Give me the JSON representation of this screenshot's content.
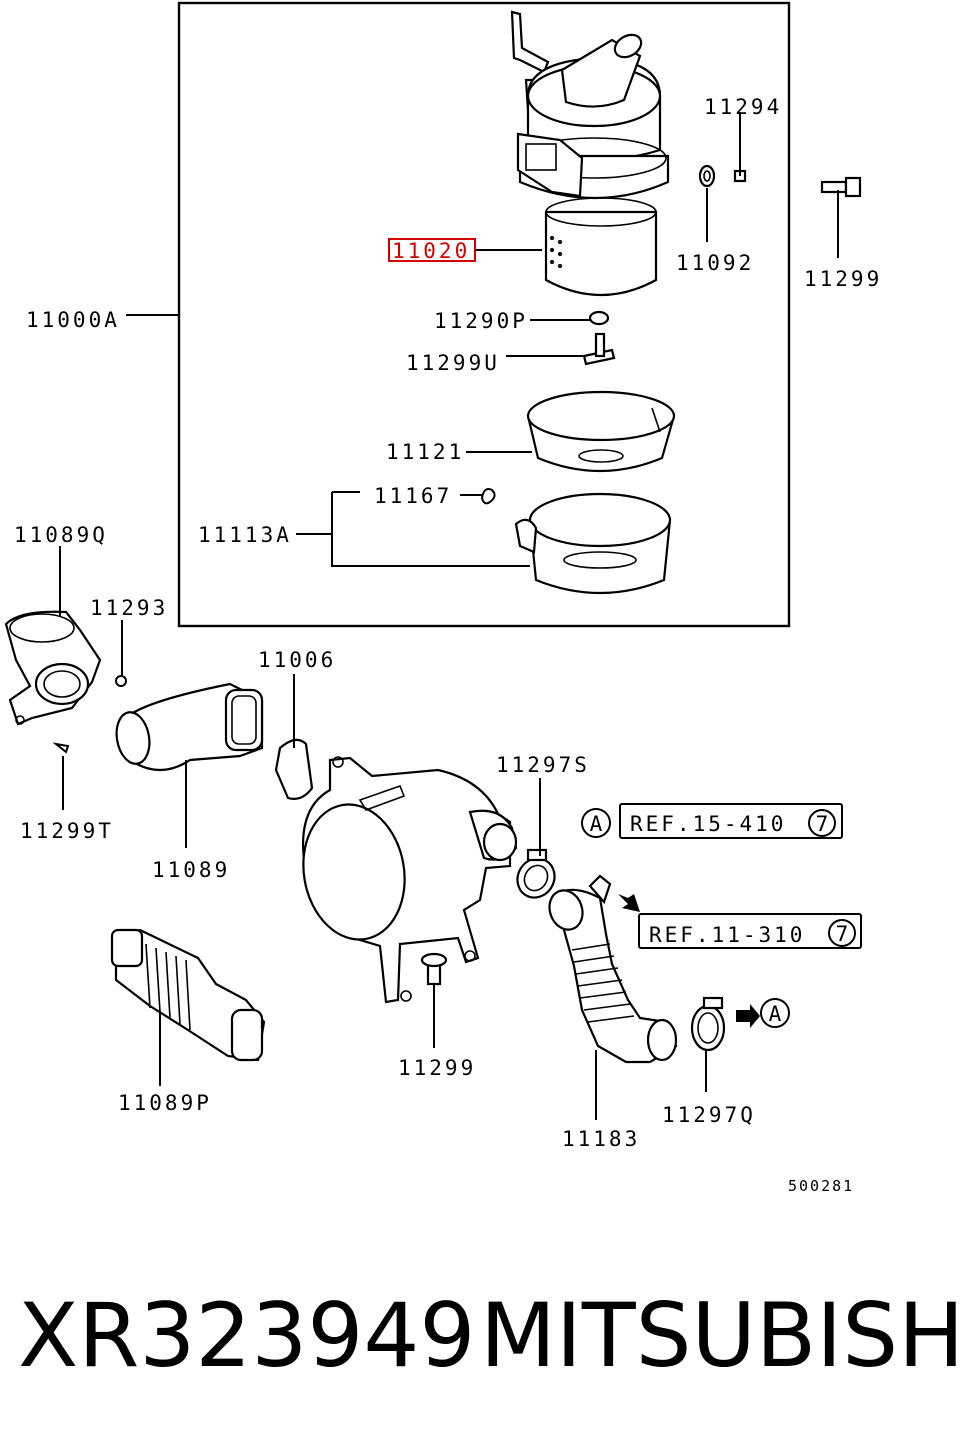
{
  "labels": {
    "p11000A": "11000A",
    "p11020": "11020",
    "p11294": "11294",
    "p11092": "11092",
    "p11299_top": "11299",
    "p11290P": "11290P",
    "p11299U": "11299U",
    "p11121": "11121",
    "p11167": "11167",
    "p11113A": "11113A",
    "p11089Q": "11089Q",
    "p11293": "11293",
    "p11006": "11006",
    "p11299T": "11299T",
    "p11089": "11089",
    "p11297S": "11297S",
    "p11089P": "11089P",
    "p11299_bottom": "11299",
    "p11183": "11183",
    "p11297Q": "11297Q"
  },
  "references": {
    "ref1_letter": "A",
    "ref1_text": "REF.15-410",
    "ref1_num": "7",
    "ref2_text": "REF.11-310",
    "ref2_num": "7",
    "ref3_letter": "A"
  },
  "diagram_code": "500281",
  "highlighted_part": "11020",
  "highlight_color": "#d40000",
  "footer": {
    "part_number": "XR323949",
    "brand": "MITSUBISHI"
  }
}
